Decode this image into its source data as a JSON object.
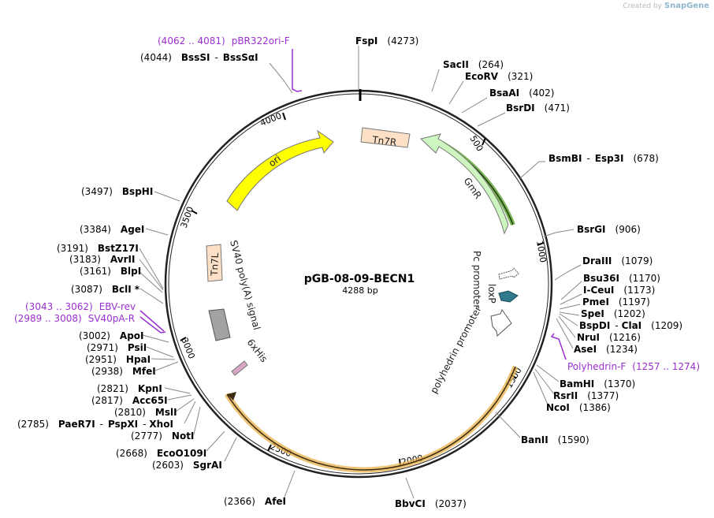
{
  "brand": {
    "prefix": "Created by",
    "name": "SnapGene"
  },
  "plasmid": {
    "name": "pGB-08-09-BECN1",
    "length": "4288 bp"
  },
  "ticks": [
    "500",
    "1000",
    "1500",
    "2000",
    "2500",
    "3000",
    "3500",
    "4000"
  ],
  "features": {
    "tn7r": "Tn7R",
    "gmr": "GmR",
    "ori": "ori",
    "tn7l": "Tn7L",
    "sv40": "SV40 poly(A) signal",
    "his": "6xHis",
    "pc_promoter": "Pc promoter",
    "loxp": "loxP",
    "polyhedrin": "polyhedrin promoter"
  },
  "enzymes": {
    "fspi": {
      "name": "FspI",
      "pos": "(4273)"
    },
    "sacii": {
      "name": "SacII",
      "pos": "(264)"
    },
    "ecorv": {
      "name": "EcoRV",
      "pos": "(321)"
    },
    "bsaai": {
      "name": "BsaAI",
      "pos": "(402)"
    },
    "bsrdi": {
      "name": "BsrDI",
      "pos": "(471)"
    },
    "bsmbi": {
      "name": "BsmBI",
      "sep": "-",
      "name2": "Esp3I",
      "pos": "(678)"
    },
    "bsrgi": {
      "name": "BsrGI",
      "pos": "(906)"
    },
    "draiii": {
      "name": "DraIII",
      "pos": "(1079)"
    },
    "bsu36i": {
      "name": "Bsu36I",
      "pos": "(1170)"
    },
    "iceui": {
      "name": "I-CeuI",
      "pos": "(1173)"
    },
    "pmei": {
      "name": "PmeI",
      "pos": "(1197)"
    },
    "spei": {
      "name": "SpeI",
      "pos": "(1202)"
    },
    "bspdi": {
      "name": "BspDI",
      "sep": "-",
      "name2": "ClaI",
      "pos": "(1209)"
    },
    "nrui": {
      "name": "NruI",
      "pos": "(1216)"
    },
    "asei": {
      "name": "AseI",
      "pos": "(1234)"
    },
    "bamhi": {
      "name": "BamHI",
      "pos": "(1370)"
    },
    "rsrii": {
      "name": "RsrII",
      "pos": "(1377)"
    },
    "ncoi": {
      "name": "NcoI",
      "pos": "(1386)"
    },
    "banii": {
      "name": "BanII",
      "pos": "(1590)"
    },
    "bbvci": {
      "name": "BbvCI",
      "pos": "(2037)"
    },
    "afei": {
      "name": "AfeI",
      "pos": "(2366)"
    },
    "sgrai": {
      "name": "SgrAI",
      "pos": "(2603)"
    },
    "ecoo109i": {
      "name": "EcoO109I",
      "pos": "(2668)"
    },
    "noti": {
      "name": "NotI",
      "pos": "(2777)"
    },
    "paer7i": {
      "name": "PaeR7I",
      "sep": "-",
      "name2": "PspXI",
      "sep2": "-",
      "name3": "XhoI",
      "pos": "(2785)"
    },
    "msli": {
      "name": "MslI",
      "pos": "(2810)"
    },
    "acc65i": {
      "name": "Acc65I",
      "pos": "(2817)"
    },
    "kpni": {
      "name": "KpnI",
      "pos": "(2821)"
    },
    "mfei": {
      "name": "MfeI",
      "pos": "(2938)"
    },
    "hpai": {
      "name": "HpaI",
      "pos": "(2951)"
    },
    "psii": {
      "name": "PsiI",
      "pos": "(2971)"
    },
    "apoi": {
      "name": "ApoI",
      "pos": "(3002)"
    },
    "bcli": {
      "name": "BclI",
      "mark": "*",
      "pos": "(3087)"
    },
    "blpi": {
      "name": "BlpI",
      "pos": "(3161)"
    },
    "avrii": {
      "name": "AvrII",
      "pos": "(3183)"
    },
    "bstz17i": {
      "name": "BstZ17I",
      "pos": "(3191)"
    },
    "agei": {
      "name": "AgeI",
      "pos": "(3384)"
    },
    "bsphi": {
      "name": "BspHI",
      "pos": "(3497)"
    },
    "bsssi": {
      "name": "BssSI",
      "sep": "-",
      "name2": "BssSαI",
      "pos": "(4044)"
    }
  },
  "primers": {
    "pbr322": {
      "range": "(4062 .. 4081)",
      "name": "pBR322ori-F"
    },
    "ebv": {
      "range": "(3043 .. 3062)",
      "name": "EBV-rev"
    },
    "sv40pa": {
      "range": "(2989 .. 3008)",
      "name": "SV40pA-R"
    },
    "polyhedrin_f": {
      "name": "Polyhedrin-F",
      "range": "(1257 .. 1274)"
    }
  },
  "colors": {
    "ori": "#ffff00",
    "gmr": "#ccf5c0",
    "tn7": "#fde0c6",
    "sv40": "#a3a3a3",
    "his": "#d9a6c3",
    "loxp": "#2f7a8c",
    "orf_glow_green": "#5aa02c",
    "orf_glow_orange": "#e8b04a",
    "primer": "#9b30d0"
  }
}
